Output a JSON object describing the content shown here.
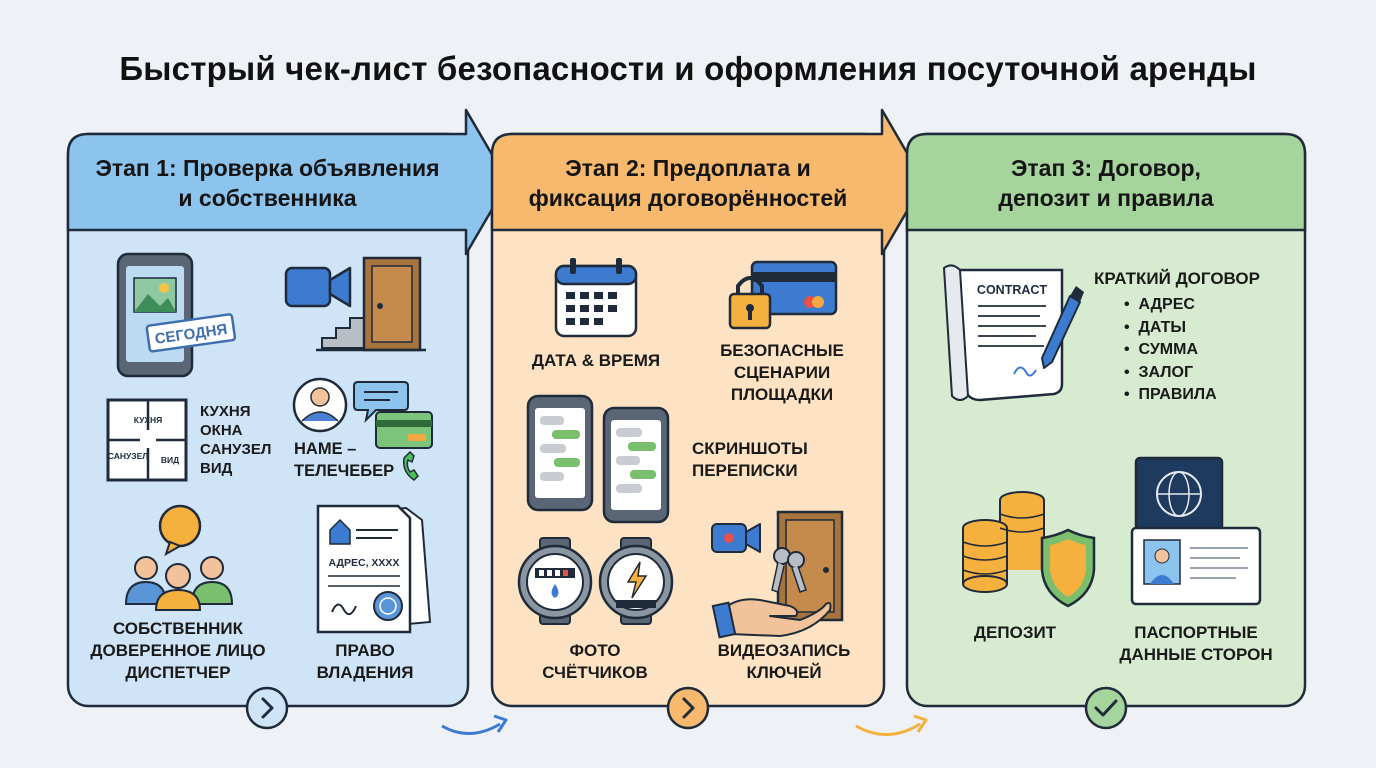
{
  "title": "Быстрый чек-лист безопасности и оформления посуточной аренды",
  "colors": {
    "blue": "#cfe4f7",
    "blue_head": "#8cc4ee",
    "orange": "#fde3c4",
    "orange_head": "#f6b96e",
    "green": "#d6ebd0",
    "green_head": "#a5d49c",
    "outline": "#1f2b3a"
  },
  "stages": [
    {
      "title_lines": [
        "Этап 1: Проверка объявления",
        "и собственника"
      ],
      "photo_stamp": "СЕГОДНЯ",
      "floorplan": {
        "room1": "КУХНЯ",
        "room2": "САНУЗЕЛ",
        "room3": "ВИД"
      },
      "floorplan_list": [
        "КУХНЯ",
        "ОКНА",
        "САНУЗЕЛ",
        "ВИД"
      ],
      "name_label": [
        "НАМЕ –",
        "ТЕЛЕЧЕБЕР"
      ],
      "owner_label": [
        "СОБСТВЕННИК",
        "ДОВЕРЕННОЕ ЛИЦО",
        "ДИСПЕТЧЕР"
      ],
      "doc_text": "АДРЕС, ХХХХ",
      "ownership_label": [
        "ПРАВО",
        "ВЛАДЕНИЯ"
      ],
      "nav_icon": "chevron-right-icon"
    },
    {
      "title_lines": [
        "Этап 2: Предоплата и",
        "фиксация договорённостей"
      ],
      "datetime_label": [
        "ДАТА & ВРЕМЯ"
      ],
      "safe_label": [
        "БЕЗОПАСНЫЕ",
        "СЦЕНАРИИ",
        "ПЛОЩАДКИ"
      ],
      "screens_label": [
        "СКРИНШОТЫ",
        "ПЕРЕПИСКИ"
      ],
      "meters_label": [
        "ФОТО",
        "СЧЁТЧИКОВ"
      ],
      "keys_label": [
        "ВИДЕОЗАПИСЬ",
        "КЛЮЧЕЙ"
      ],
      "nav_icon": "chevron-right-icon"
    },
    {
      "title_lines": [
        "Этап 3: Договор,",
        "депозит и правила"
      ],
      "contract_word": "CONTRACT",
      "contract_heading": "КРАТКИЙ ДОГОВОР",
      "contract_items": [
        "АДРЕС",
        "ДАТЫ",
        "СУММА",
        "ЗАЛОГ",
        "ПРАВИЛА"
      ],
      "deposit_label": [
        "ДЕПОЗИТ"
      ],
      "passport_label": [
        "ПАСПОРТНЫЕ",
        "ДАННЫЕ СТОРОН"
      ],
      "nav_icon": "check-icon"
    }
  ]
}
